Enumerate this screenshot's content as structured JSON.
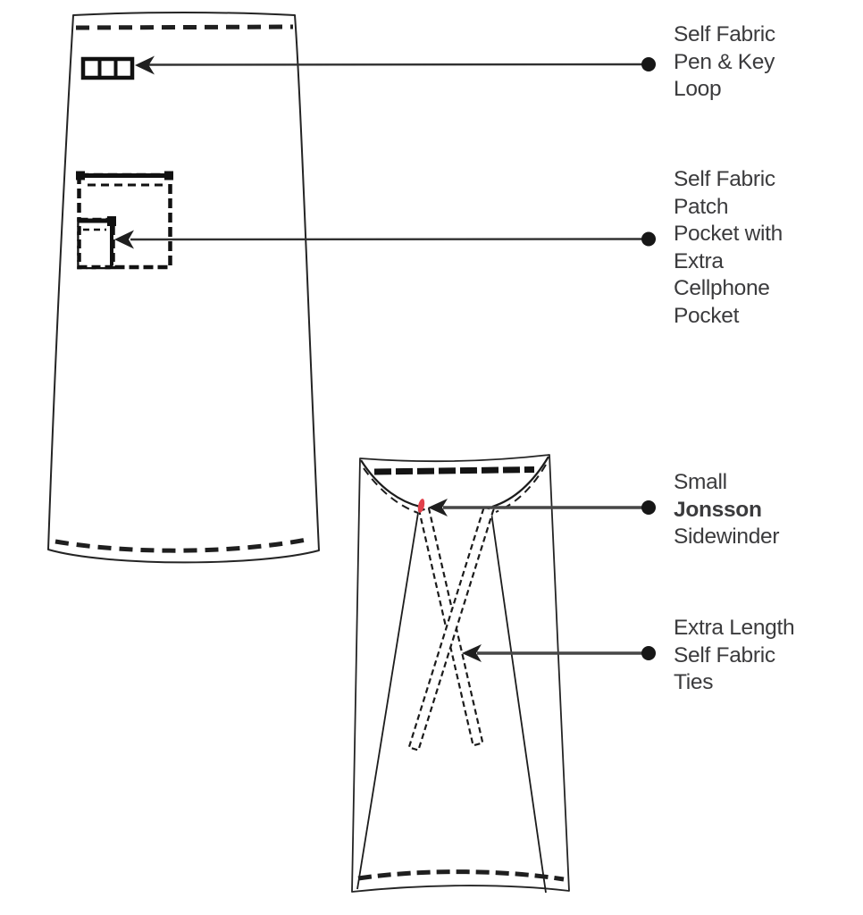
{
  "diagram": {
    "description": "Apron product feature diagram with front and back views",
    "views": [
      {
        "name": "front-apron-view"
      },
      {
        "name": "back-apron-view"
      }
    ],
    "colors": {
      "line": "#1f1f1f",
      "text": "#3b3b3d",
      "arrow_thin": "#303030",
      "arrow_thick": "#474747",
      "accent_red": "#e2414b",
      "background": "#ffffff"
    }
  },
  "callouts": [
    {
      "id": "pen-key-loop",
      "lines": [
        "Self Fabric",
        "Pen & Key",
        "Loop"
      ]
    },
    {
      "id": "patch-pocket",
      "lines": [
        "Self Fabric",
        "Patch",
        "Pocket with",
        "Extra",
        "Cellphone",
        "Pocket"
      ]
    },
    {
      "id": "sidewinder",
      "lines": [
        "Small",
        "Jonsson",
        "Sidewinder"
      ],
      "emphasis": "Jonsson"
    },
    {
      "id": "ties",
      "lines": [
        "Extra Length",
        "Self Fabric",
        "Ties"
      ]
    }
  ]
}
